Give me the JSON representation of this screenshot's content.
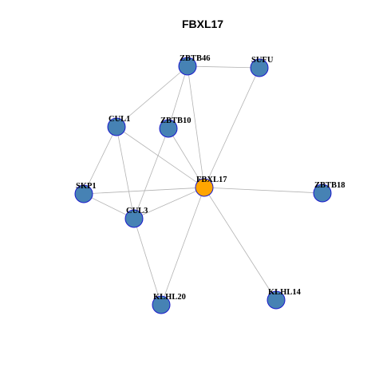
{
  "title": "FBXL17",
  "colors": {
    "hub": "#FFA500",
    "neighbor": "#4682B4",
    "node_border": "#1A1ACC",
    "edge": "#B3B3B3"
  },
  "nodes": [
    {
      "id": "ZBTB46",
      "label": "ZBTB46",
      "type": "neighbor"
    },
    {
      "id": "SUFU",
      "label": "SUFU",
      "type": "neighbor"
    },
    {
      "id": "CUL1",
      "label": "CUL1",
      "type": "neighbor"
    },
    {
      "id": "ZBTB10",
      "label": "ZBTB10",
      "type": "neighbor"
    },
    {
      "id": "FBXL17",
      "label": "FBXL17",
      "type": "hub"
    },
    {
      "id": "ZBTB18",
      "label": "ZBTB18",
      "type": "neighbor"
    },
    {
      "id": "SKP1",
      "label": "SKP1",
      "type": "neighbor"
    },
    {
      "id": "CUL3",
      "label": "CUL3",
      "type": "neighbor"
    },
    {
      "id": "KLHL20",
      "label": "KLHL20",
      "type": "neighbor"
    },
    {
      "id": "KLHL14",
      "label": "KLHL14",
      "type": "neighbor"
    }
  ],
  "edges": [
    [
      "ZBTB46",
      "SUFU"
    ],
    [
      "ZBTB46",
      "CUL1"
    ],
    [
      "ZBTB46",
      "ZBTB10"
    ],
    [
      "ZBTB46",
      "FBXL17"
    ],
    [
      "SUFU",
      "FBXL17"
    ],
    [
      "CUL1",
      "FBXL17"
    ],
    [
      "CUL1",
      "SKP1"
    ],
    [
      "CUL1",
      "CUL3"
    ],
    [
      "ZBTB10",
      "FBXL17"
    ],
    [
      "ZBTB10",
      "CUL3"
    ],
    [
      "FBXL17",
      "ZBTB18"
    ],
    [
      "FBXL17",
      "SKP1"
    ],
    [
      "FBXL17",
      "CUL3"
    ],
    [
      "FBXL17",
      "KLHL20"
    ],
    [
      "FBXL17",
      "KLHL14"
    ],
    [
      "SKP1",
      "CUL3"
    ],
    [
      "CUL3",
      "KLHL20"
    ]
  ]
}
